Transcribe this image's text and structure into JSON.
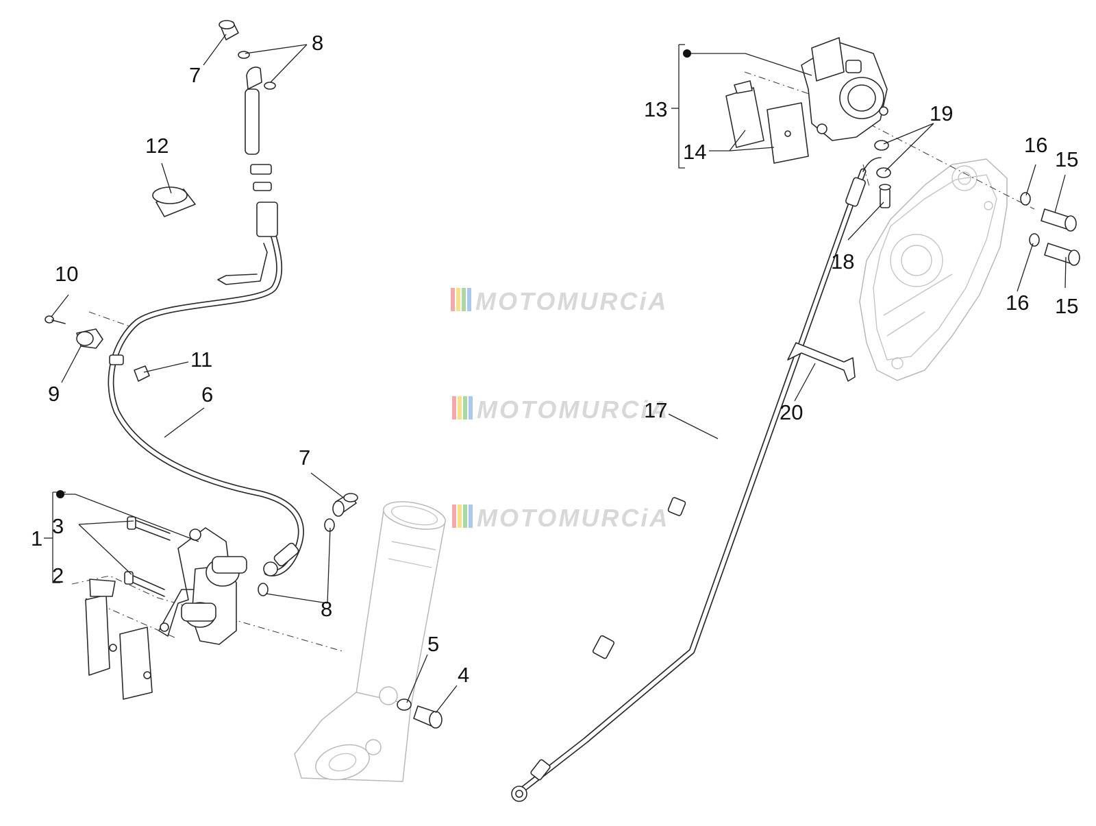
{
  "callouts": [
    {
      "id": "c7a",
      "text": "7"
    },
    {
      "id": "c8a",
      "text": "8"
    },
    {
      "id": "c12",
      "text": "12"
    },
    {
      "id": "c10",
      "text": "10"
    },
    {
      "id": "c11",
      "text": "11"
    },
    {
      "id": "c9",
      "text": "9"
    },
    {
      "id": "c6",
      "text": "6"
    },
    {
      "id": "c7b",
      "text": "7"
    },
    {
      "id": "c1",
      "text": "1"
    },
    {
      "id": "c3",
      "text": "3"
    },
    {
      "id": "c2",
      "text": "2"
    },
    {
      "id": "c8b",
      "text": "8"
    },
    {
      "id": "c5",
      "text": "5"
    },
    {
      "id": "c4",
      "text": "4"
    },
    {
      "id": "c13",
      "text": "13"
    },
    {
      "id": "c14",
      "text": "14"
    },
    {
      "id": "c19",
      "text": "19"
    },
    {
      "id": "c16a",
      "text": "16"
    },
    {
      "id": "c15a",
      "text": "15"
    },
    {
      "id": "c18",
      "text": "18"
    },
    {
      "id": "c16b",
      "text": "16"
    },
    {
      "id": "c15b",
      "text": "15"
    },
    {
      "id": "c17",
      "text": "17"
    },
    {
      "id": "c20",
      "text": "20"
    }
  ],
  "watermark": {
    "text": "MOTOMURCiA",
    "stripe_colors": [
      "#f3a9a9",
      "#f6e08c",
      "#a9d9a0",
      "#a8c8ee"
    ]
  }
}
